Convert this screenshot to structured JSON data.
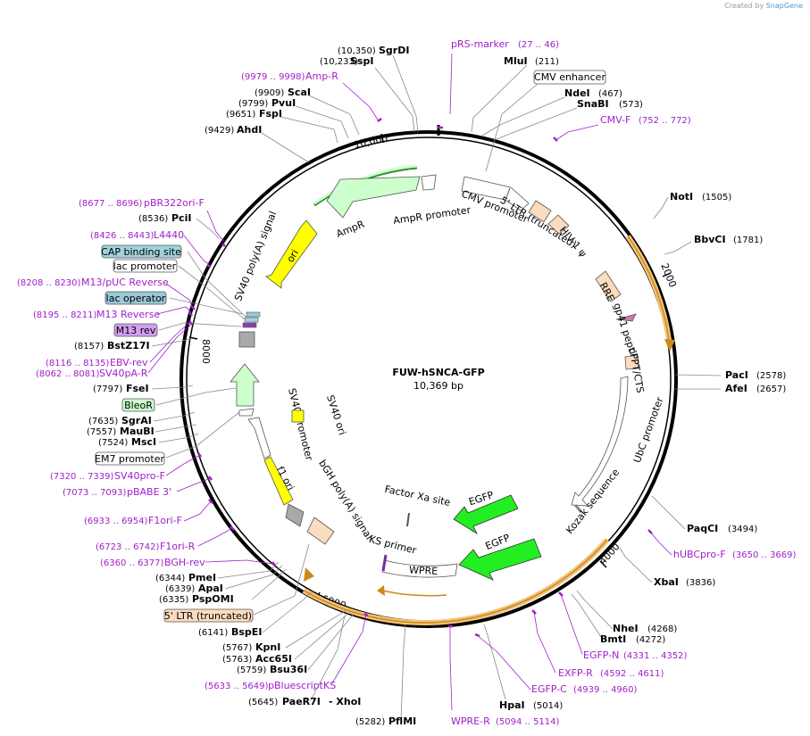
{
  "credit": {
    "prefix": "Created by",
    "brand": "SnapGene"
  },
  "plasmid": {
    "name": "FUW-hSNCA-GFP",
    "size": "10,369 bp"
  },
  "ticks": [
    "10,000",
    "2000",
    "4000",
    "6000",
    "8000"
  ],
  "sites": [
    {
      "pos": "(10,350)",
      "name": "SgrDI"
    },
    {
      "pos": "(10,233)",
      "name": "SspI"
    },
    {
      "pos": "(9909)",
      "name": "ScaI"
    },
    {
      "pos": "(9799)",
      "name": "PvuI"
    },
    {
      "pos": "(9651)",
      "name": "FspI"
    },
    {
      "pos": "(9429)",
      "name": "AhdI"
    },
    {
      "pos": "(211)",
      "name": "MluI"
    },
    {
      "pos": "(467)",
      "name": "NdeI"
    },
    {
      "pos": "(573)",
      "name": "SnaBI"
    },
    {
      "pos": "(1505)",
      "name": "NotI"
    },
    {
      "pos": "(1781)",
      "name": "BbvCI"
    },
    {
      "pos": "(2578)",
      "name": "PacI"
    },
    {
      "pos": "(2657)",
      "name": "AfeI"
    },
    {
      "pos": "(3494)",
      "name": "PaqCI"
    },
    {
      "pos": "(3836)",
      "name": "XbaI"
    },
    {
      "pos": "(4268)",
      "name": "NheI"
    },
    {
      "pos": "(4272)",
      "name": "BmtI"
    },
    {
      "pos": "(5014)",
      "name": "HpaI"
    },
    {
      "pos": "(5282)",
      "name": "PflMI"
    },
    {
      "pos": "(5645)",
      "name": "PaeR7I",
      "extra": "- XhoI"
    },
    {
      "pos": "(5759)",
      "name": "Bsu36I"
    },
    {
      "pos": "(5763)",
      "name": "Acc65I"
    },
    {
      "pos": "(5767)",
      "name": "KpnI"
    },
    {
      "pos": "(6141)",
      "name": "BspEI"
    },
    {
      "pos": "(6335)",
      "name": "PspOMI"
    },
    {
      "pos": "(6339)",
      "name": "ApaI"
    },
    {
      "pos": "(6344)",
      "name": "PmeI"
    },
    {
      "pos": "(7524)",
      "name": "MscI"
    },
    {
      "pos": "(7557)",
      "name": "MauBI"
    },
    {
      "pos": "(7635)",
      "name": "SgrAI"
    },
    {
      "pos": "(7797)",
      "name": "FseI"
    },
    {
      "pos": "(8157)",
      "name": "BstZ17I"
    },
    {
      "pos": "(8536)",
      "name": "PciI"
    }
  ],
  "primers": [
    {
      "name": "pRS-marker",
      "range": "(27 .. 46)"
    },
    {
      "name": "Amp-R",
      "range": "(9979 .. 9998)"
    },
    {
      "name": "CMV-F",
      "range": "(752 .. 772)"
    },
    {
      "name": "pBR322ori-F",
      "range": "(8677 .. 8696)"
    },
    {
      "name": "L4440",
      "range": "(8426 .. 8443)"
    },
    {
      "name": "M13/pUC Reverse",
      "range": "(8208 .. 8230)"
    },
    {
      "name": "M13 Reverse",
      "range": "(8195 .. 8211)"
    },
    {
      "name": "EBV-rev",
      "range": "(8116 .. 8135)"
    },
    {
      "name": "SV40pA-R",
      "range": "(8062 .. 8081)"
    },
    {
      "name": "SV40pro-F",
      "range": "(7320 .. 7339)"
    },
    {
      "name": "pBABE 3'",
      "range": "(7073 .. 7093)"
    },
    {
      "name": "F1ori-F",
      "range": "(6933 .. 6954)"
    },
    {
      "name": "F1ori-R",
      "range": "(6723 .. 6742)"
    },
    {
      "name": "BGH-rev",
      "range": "(6360 .. 6377)"
    },
    {
      "name": "hUBCpro-F",
      "range": "(3650 .. 3669)"
    },
    {
      "name": "EGFP-N",
      "range": "(4331 .. 4352)"
    },
    {
      "name": "EXFP-R",
      "range": "(4592 .. 4611)"
    },
    {
      "name": "EGFP-C",
      "range": "(4939 .. 4960)"
    },
    {
      "name": "WPRE-R",
      "range": "(5094 .. 5114)"
    },
    {
      "name": "pBluescriptKS",
      "range": "(5633 .. 5649)"
    }
  ],
  "boxed": {
    "cmv_enhancer": "CMV enhancer",
    "cap": "CAP binding site",
    "lac_promoter": "lac promoter",
    "lac_operator": "lac operator",
    "m13rev": "M13 rev",
    "bleor": "BleoR",
    "em7": "EM7 promoter",
    "ltr": "5' LTR (truncated)"
  },
  "features": {
    "cmv_promoter": "CMV promoter",
    "ltr5": "5' LTR (truncated)",
    "hiv": "HIV-1 ψ",
    "rre": "RRE",
    "gp41": "gp41 peptide",
    "cppt": "cPPT/CTS",
    "ubc": "UbC promoter",
    "kozak": "Kozak sequence",
    "egfp1": "EGFP",
    "egfp2": "EGFP",
    "factorxa": "Factor Xa site",
    "ks": "KS primer",
    "wpre": "WPRE",
    "bgh": "bGH poly(A) signal",
    "f1ori": "f1 ori",
    "sv40prom": "SV40 promoter",
    "sv40ori": "SV40 ori",
    "sv40polya": "SV40 poly(A) signal",
    "ori": "ori",
    "ampr": "AmpR",
    "ampr_prom": "AmpR promoter"
  },
  "colors": {
    "backbone": "#000000",
    "enzyme": "#000000",
    "primer": "#a020c8",
    "cmv": "#ffffff",
    "ltr": "#fbdcbe",
    "hiv": "#fbdcbe",
    "rre": "#fbdcbe",
    "gp41": "#c87aa6",
    "egfp": "#22ee22",
    "ubc_arc": "#f5c27a",
    "ori": "#ffff00",
    "ampr": "#ccffcc",
    "cap": "#a0d4dc",
    "lac_operator": "#9ac8d8",
    "m13rev": "#d49ef2",
    "bleor": "#ccffcc",
    "sv40ori": "#ffff00"
  }
}
